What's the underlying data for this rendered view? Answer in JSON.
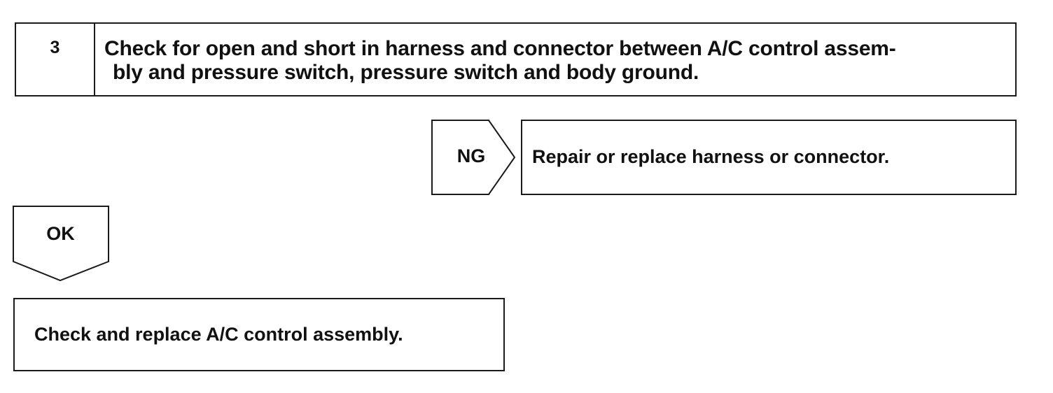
{
  "step": {
    "number": "3",
    "text_line1": "Check for open and short in harness and connector between A/C control assem-",
    "text_line2": "bly and pressure switch, pressure switch and body ground."
  },
  "ng_branch": {
    "label": "NG",
    "action": "Repair or replace harness or connector."
  },
  "ok_branch": {
    "label": "OK",
    "action": "Check and replace A/C control assembly."
  }
}
